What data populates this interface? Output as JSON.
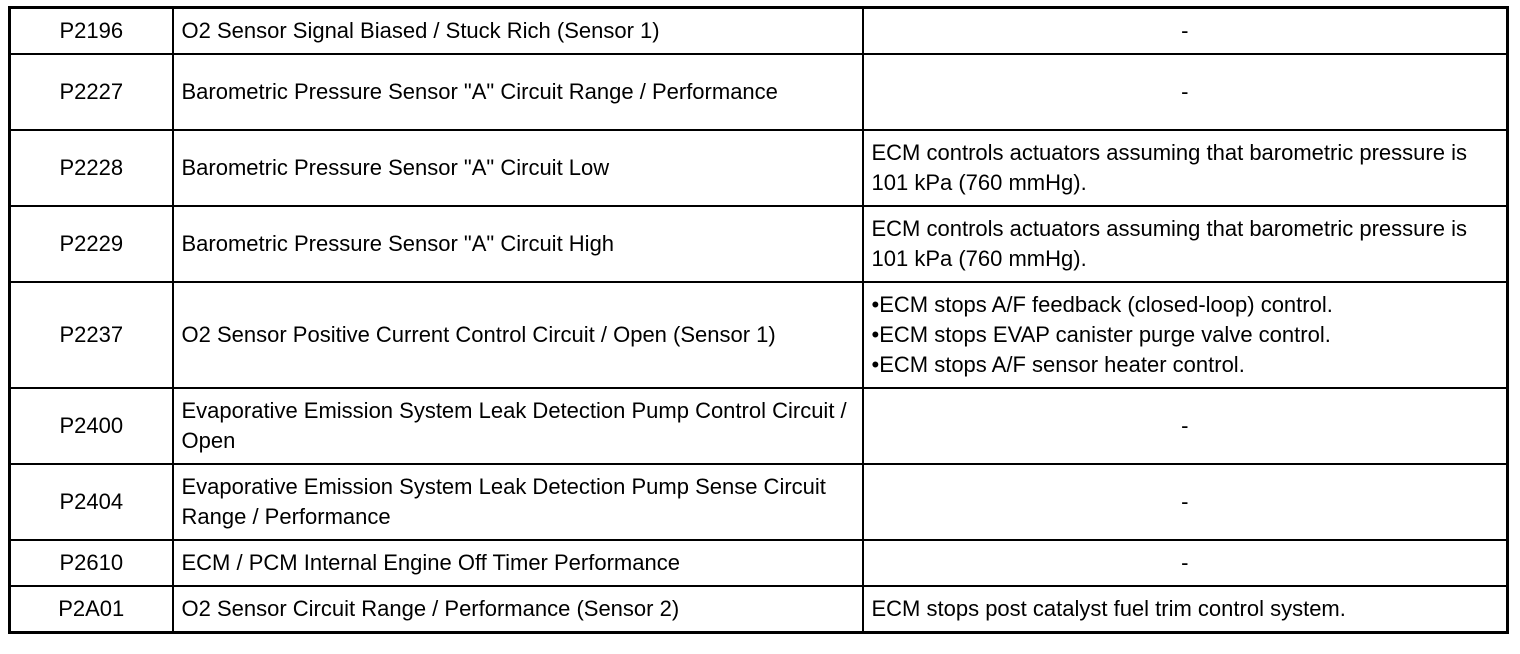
{
  "rows": [
    {
      "code": "P2196",
      "description": "O2 Sensor Signal Biased / Stuck Rich (Sensor 1)",
      "fail_safe": [
        "-"
      ]
    },
    {
      "code": "P2227",
      "description": "Barometric Pressure Sensor \"A\" Circuit Range / Performance",
      "fail_safe": [
        "-"
      ]
    },
    {
      "code": "P2228",
      "description": "Barometric Pressure Sensor \"A\" Circuit Low",
      "fail_safe": [
        "ECM controls actuators assuming that barometric pressure is 101 kPa (760 mmHg)."
      ]
    },
    {
      "code": "P2229",
      "description": "Barometric Pressure Sensor \"A\" Circuit High",
      "fail_safe": [
        "ECM controls actuators assuming that barometric pressure is 101 kPa (760 mmHg)."
      ]
    },
    {
      "code": "P2237",
      "description": "O2 Sensor Positive Current Control Circuit / Open (Sensor 1)",
      "fail_safe": [
        "•ECM stops A/F feedback (closed-loop) control.",
        "•ECM stops EVAP canister purge valve control.",
        "•ECM stops A/F sensor heater control."
      ]
    },
    {
      "code": "P2400",
      "description": "Evaporative Emission System Leak Detection Pump Control Circuit / Open",
      "fail_safe": [
        "-"
      ]
    },
    {
      "code": "P2404",
      "description": "Evaporative Emission System Leak Detection Pump Sense Circuit Range / Performance",
      "fail_safe": [
        "-"
      ]
    },
    {
      "code": "P2610",
      "description": "ECM / PCM Internal Engine Off Timer Performance",
      "fail_safe": [
        "-"
      ]
    },
    {
      "code": "P2A01",
      "description": "O2 Sensor Circuit Range / Performance (Sensor 2)",
      "fail_safe": [
        "ECM stops post catalyst fuel trim control system."
      ]
    }
  ]
}
